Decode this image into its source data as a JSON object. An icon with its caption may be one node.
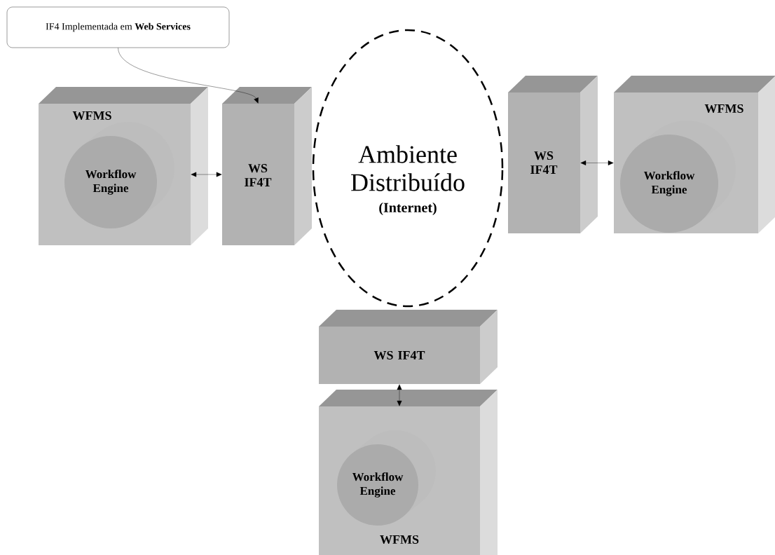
{
  "diagram": {
    "nodes": [
      {
        "text": [
          "IF4 Implementada em **Web Services**"
        ]
      },
      {
        "text": [
          "Ambiente Distribuído",
          "(Internet)"
        ]
      },
      {
        "text": [
          "WFMS"
        ]
      },
      {
        "text": [
          "Workflow Engine"
        ],
        "in": 2
      },
      {
        "text": [
          "WS IF4T"
        ]
      },
      {
        "text": [
          "WS IF4T"
        ]
      },
      {
        "text": [
          "WFMS"
        ]
      },
      {
        "text": [
          "Workflow Engine"
        ],
        "in": 6
      },
      {
        "text": [
          "WS IF4T"
        ]
      },
      {
        "text": [
          "WFMS"
        ]
      },
      {
        "text": [
          "Workflow Engine"
        ],
        "in": 9
      }
    ],
    "edges": [
      {
        "from": 0,
        "to": 4,
        "arrow": "to"
      },
      {
        "from": 2,
        "to": 4,
        "arrow": "both"
      },
      {
        "from": 5,
        "to": 6,
        "arrow": "both"
      },
      {
        "from": 8,
        "to": 9,
        "arrow": "both"
      }
    ]
  }
}
